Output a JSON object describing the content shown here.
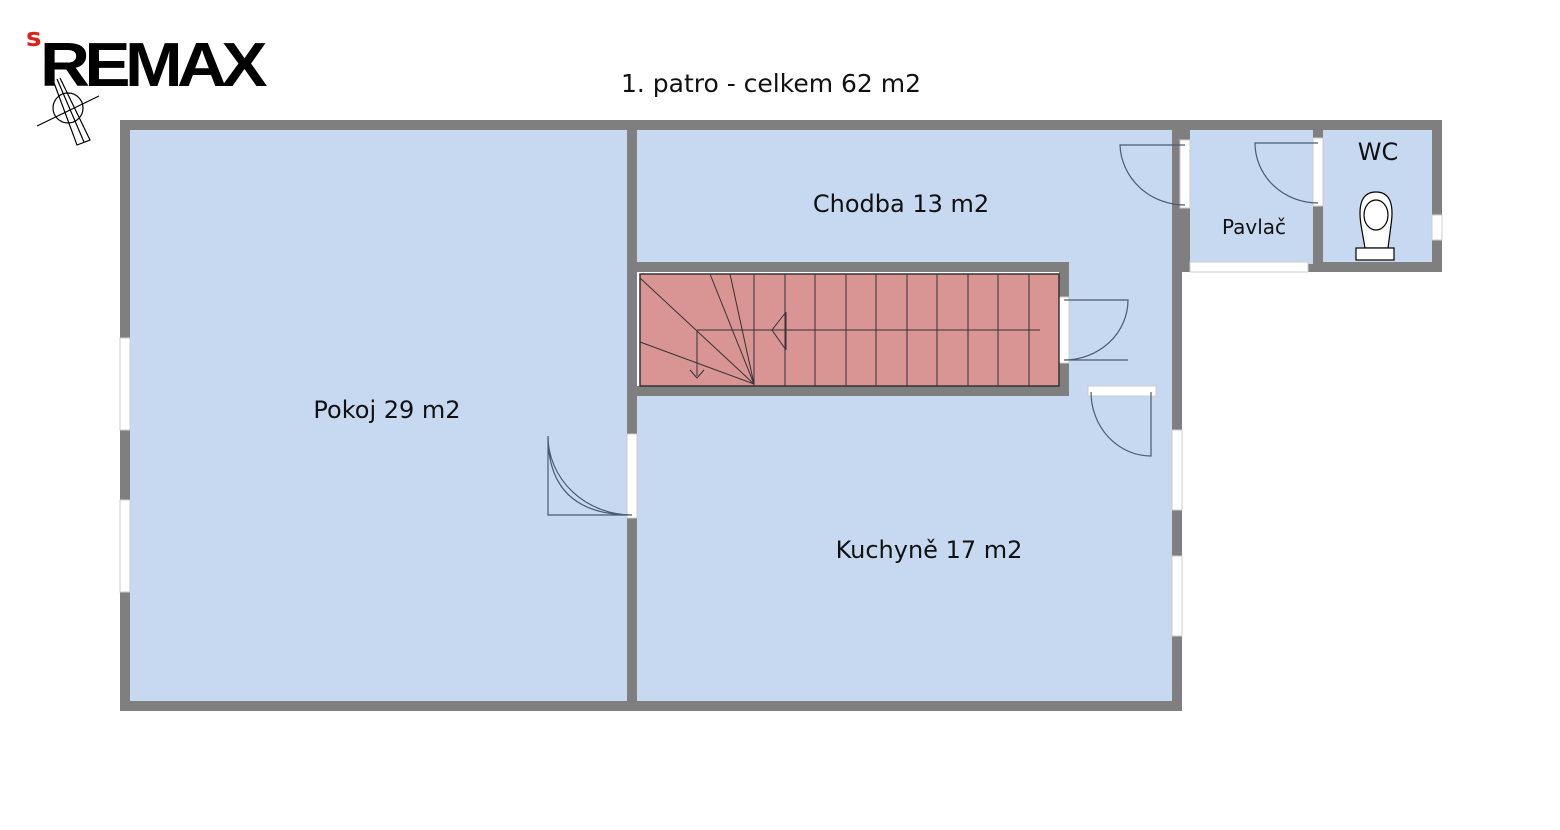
{
  "logo": {
    "text": "REMAX",
    "prefix": "s"
  },
  "title": "1. patro - celkem 62 m2",
  "rooms": {
    "pokoj": "Pokoj 29 m2",
    "chodba": "Chodba 13 m2",
    "kuchyne": "Kuchyně 17 m2",
    "pavlac": "Pavlač",
    "wc": "WC"
  },
  "colors": {
    "wall": "#7f7f7f",
    "floor": "#c6d9f0",
    "stairs": "#d99594",
    "logo_accent": "#e0201b"
  }
}
